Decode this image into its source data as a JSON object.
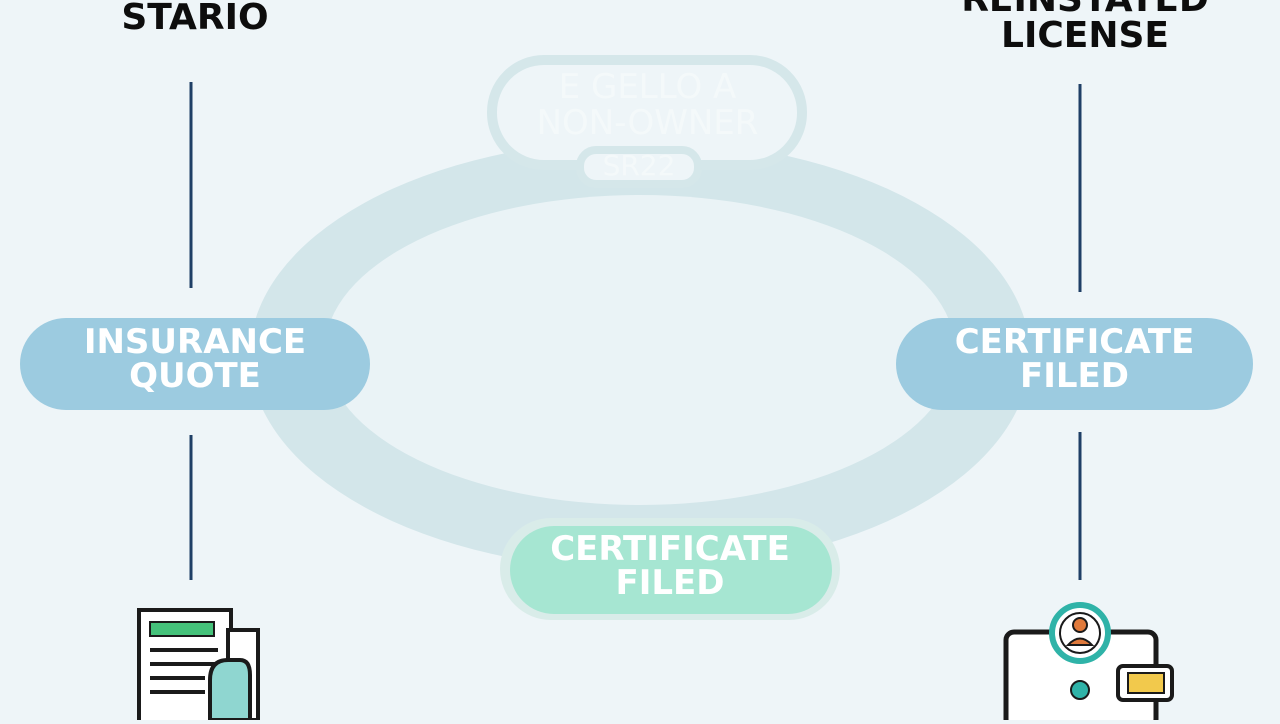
{
  "start_label": "STARIO",
  "end_label": [
    "REINSTATED",
    "LICENSE"
  ],
  "top_node": {
    "lines": [
      "E GELLO A",
      "NON-OWNER"
    ],
    "sub": "SR22"
  },
  "left_node": [
    "INSURANCE",
    "QUOTE"
  ],
  "right_node": [
    "CERTIFICATE",
    "FILED"
  ],
  "bottom_node": [
    "CERTIFICATE",
    "FILED"
  ],
  "colors": {
    "background": "#eef5f8",
    "ring": "#cfe3e8",
    "pill_blue": "#9ccbe0",
    "pill_green": "#a6e6d2",
    "line": "#1f3f66",
    "icon_green": "#45c27a",
    "icon_teal": "#2fb3a8",
    "icon_orange": "#e07a3c",
    "icon_yellow": "#f2c94c"
  },
  "icons": [
    "document-hand-icon",
    "id-card-user-icon"
  ]
}
